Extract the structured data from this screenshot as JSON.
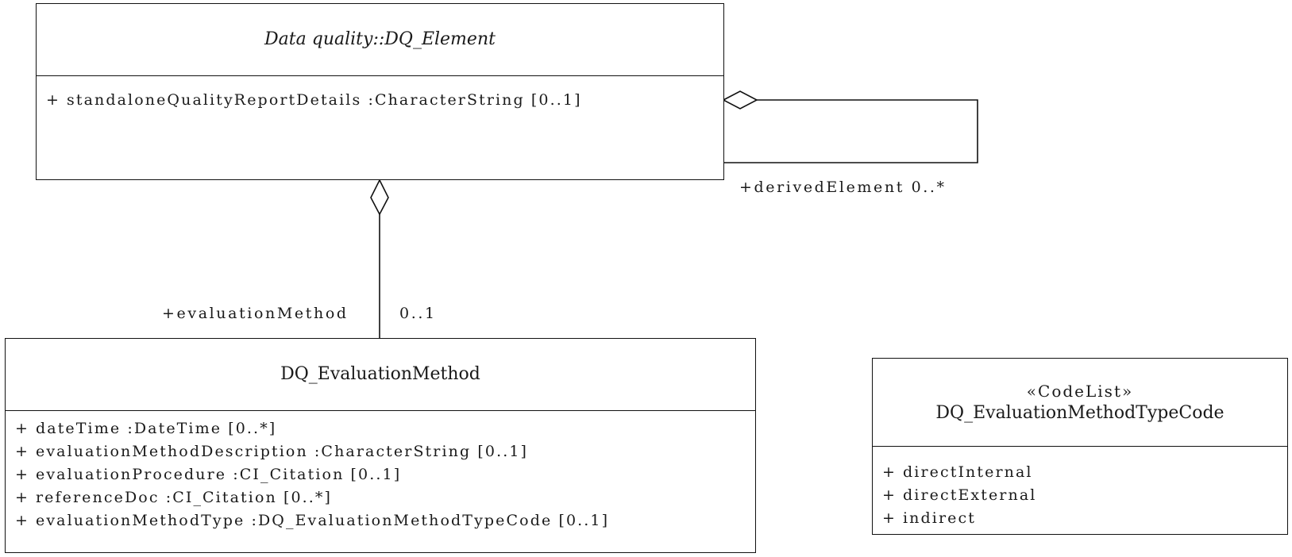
{
  "classes": {
    "dq_element": {
      "name": "Data quality::DQ_Element",
      "attributes": [
        {
          "visibility": "+",
          "text": "standaloneQualityReportDetails :CharacterString [0..1]"
        }
      ]
    },
    "dq_evaluation_method": {
      "name": "DQ_EvaluationMethod",
      "attributes": [
        {
          "visibility": "+",
          "text": "dateTime :DateTime [0..*]"
        },
        {
          "visibility": "+",
          "text": "evaluationMethodDescription :CharacterString [0..1]"
        },
        {
          "visibility": "+",
          "text": "evaluationProcedure :CI_Citation [0..1]"
        },
        {
          "visibility": "+",
          "text": "referenceDoc :CI_Citation [0..*]"
        },
        {
          "visibility": "+",
          "text": "evaluationMethodType :DQ_EvaluationMethodTypeCode [0..1]"
        }
      ]
    },
    "dq_evaluation_method_type_code": {
      "stereotype": "«CodeList»",
      "name": "DQ_EvaluationMethodTypeCode",
      "attributes": [
        {
          "visibility": "+",
          "text": "directInternal"
        },
        {
          "visibility": "+",
          "text": "directExternal"
        },
        {
          "visibility": "+",
          "text": "indirect"
        }
      ]
    }
  },
  "associations": {
    "derived_element": {
      "role": "+derivedElement 0..*"
    },
    "evaluation_method": {
      "role": "+evaluationMethod",
      "multiplicity": "0..1"
    }
  }
}
